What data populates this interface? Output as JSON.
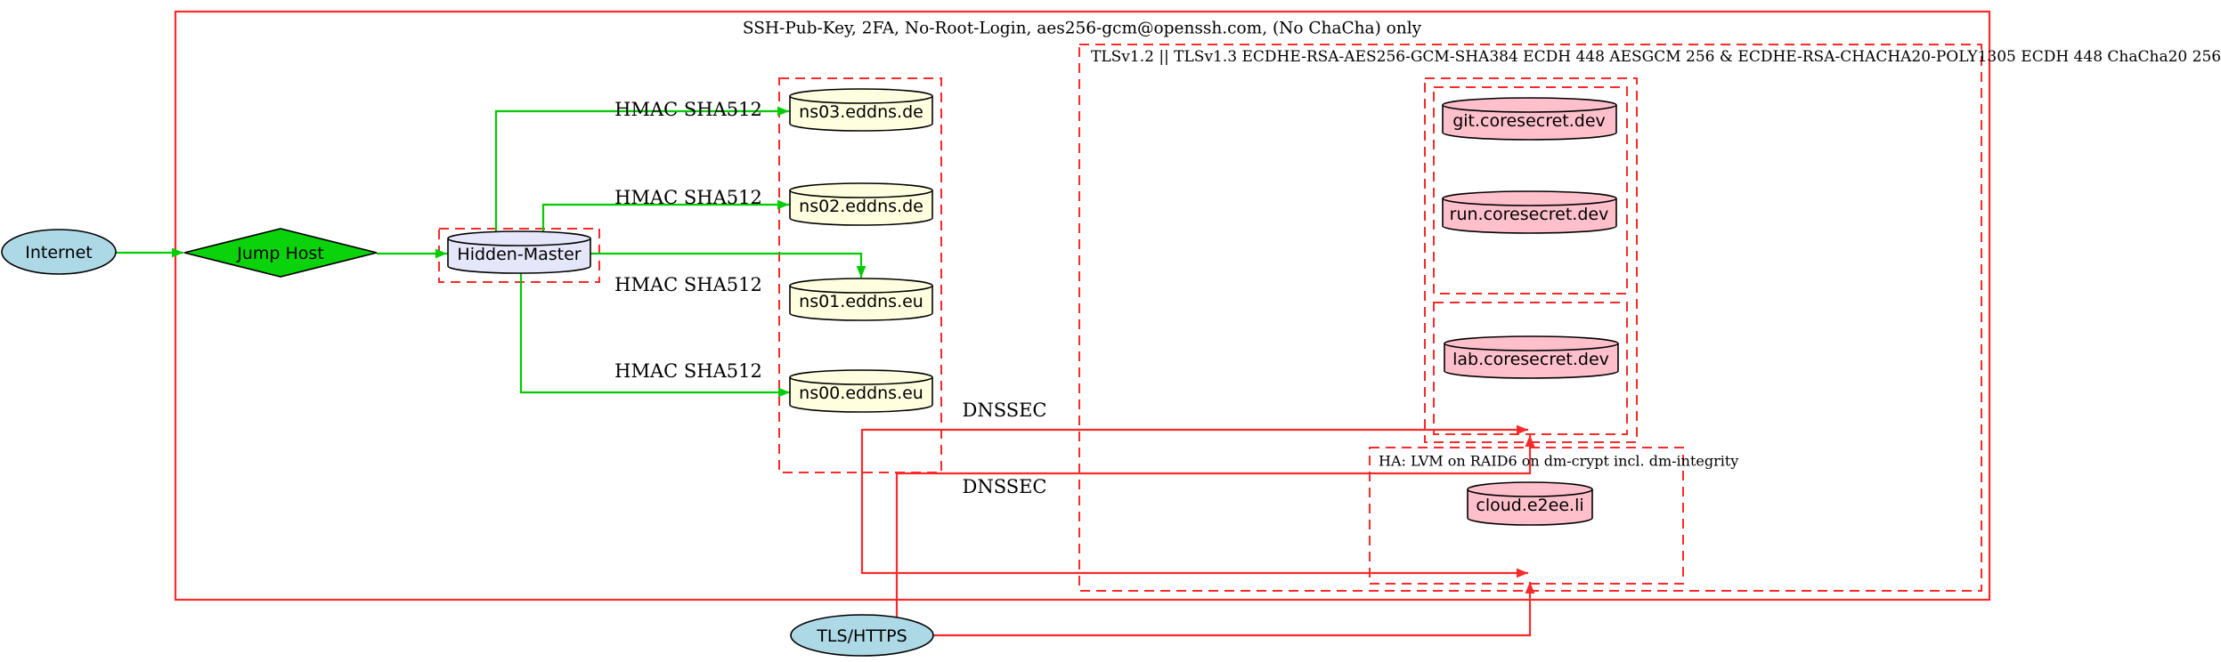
{
  "diagram": {
    "type": "network-security-topology",
    "clusters": {
      "ssh_zone": {
        "label": "SSH-Pub-Key, 2FA, No-Root-Login, aes256-gcm@openssh.com, (No ChaCha) only",
        "border": "solid-red"
      },
      "tls_zone": {
        "label": "TLSv1.2 || TLSv1.3 ECDHE-RSA-AES256-GCM-SHA384 ECDH 448 AESGCM 256 & ECDHE-RSA-CHACHA20-POLY1305 ECDH 448 ChaCha20 256",
        "border": "dashed-red"
      },
      "ha_zone": {
        "label": "HA: LVM on RAID6 on dm-crypt incl. dm-integrity",
        "border": "dashed-red"
      },
      "ns_zone": {
        "label": "",
        "border": "dashed-red"
      },
      "hidden_master_zone": {
        "label": "",
        "border": "dashed-red"
      },
      "coresecret_zone": {
        "label": "",
        "border": "dashed-red"
      }
    },
    "nodes": {
      "internet": {
        "label": "Internet",
        "shape": "ellipse",
        "fill": "#ADD8E6"
      },
      "jump_host": {
        "label": "Jump Host",
        "shape": "diamond",
        "fill": "#0BD30B"
      },
      "hidden_master": {
        "label": "Hidden-Master",
        "shape": "cylinder",
        "fill": "#E6E6FA"
      },
      "ns03": {
        "label": "ns03.eddns.de",
        "shape": "cylinder",
        "fill": "#FFFFE0"
      },
      "ns02": {
        "label": "ns02.eddns.de",
        "shape": "cylinder",
        "fill": "#FFFFE0"
      },
      "ns01": {
        "label": "ns01.eddns.eu",
        "shape": "cylinder",
        "fill": "#FFFFE0"
      },
      "ns00": {
        "label": "ns00.eddns.eu",
        "shape": "cylinder",
        "fill": "#FFFFE0"
      },
      "git": {
        "label": "git.coresecret.dev",
        "shape": "cylinder",
        "fill": "#FFC0CB"
      },
      "run": {
        "label": "run.coresecret.dev",
        "shape": "cylinder",
        "fill": "#FFC0CB"
      },
      "lab": {
        "label": "lab.coresecret.dev",
        "shape": "cylinder",
        "fill": "#FFC0CB"
      },
      "cloud": {
        "label": "cloud.e2ee.li",
        "shape": "cylinder",
        "fill": "#FFC0CB"
      },
      "tls_https": {
        "label": "TLS/HTTPS",
        "shape": "ellipse",
        "fill": "#ADD8E6"
      }
    },
    "edges": {
      "internet_to_jump": {
        "from": "Internet",
        "to": "Jump Host",
        "label": "",
        "color": "green"
      },
      "jump_to_master": {
        "from": "Jump Host",
        "to": "Hidden-Master",
        "label": "",
        "color": "green"
      },
      "master_to_ns03": {
        "from": "Hidden-Master",
        "to": "ns03.eddns.de",
        "label": "HMAC SHA512",
        "color": "green"
      },
      "master_to_ns02": {
        "from": "Hidden-Master",
        "to": "ns02.eddns.de",
        "label": "HMAC SHA512",
        "color": "green"
      },
      "master_to_ns01": {
        "from": "Hidden-Master",
        "to": "ns01.eddns.eu",
        "label": "HMAC SHA512",
        "color": "green"
      },
      "master_to_ns00": {
        "from": "Hidden-Master",
        "to": "ns00.eddns.eu",
        "label": "HMAC SHA512",
        "color": "green"
      },
      "ns_to_coresecret": {
        "from": "ns-zone",
        "to": "coresecret-zone",
        "label": "DNSSEC",
        "color": "red"
      },
      "ns_to_cloud": {
        "from": "ns-zone",
        "to": "ha-zone",
        "label": "DNSSEC",
        "color": "red"
      },
      "tls_to_coresecret": {
        "from": "TLS/HTTPS",
        "to": "coresecret-zone",
        "label": "",
        "color": "red"
      },
      "tls_to_cloud": {
        "from": "TLS/HTTPS",
        "to": "ha-zone",
        "label": "",
        "color": "red"
      }
    },
    "colors": {
      "edge_green": "#00CC00",
      "edge_red": "#FA2A2A",
      "box_red": "#FA2A2A",
      "node_stroke": "#000000",
      "ellipse_blue": "#ADD8E6",
      "diamond_green": "#0BD30B",
      "cylinder_lavender": "#E6E6FA",
      "cylinder_yellow": "#FFFFE0",
      "cylinder_pink": "#FFC0CB"
    }
  }
}
